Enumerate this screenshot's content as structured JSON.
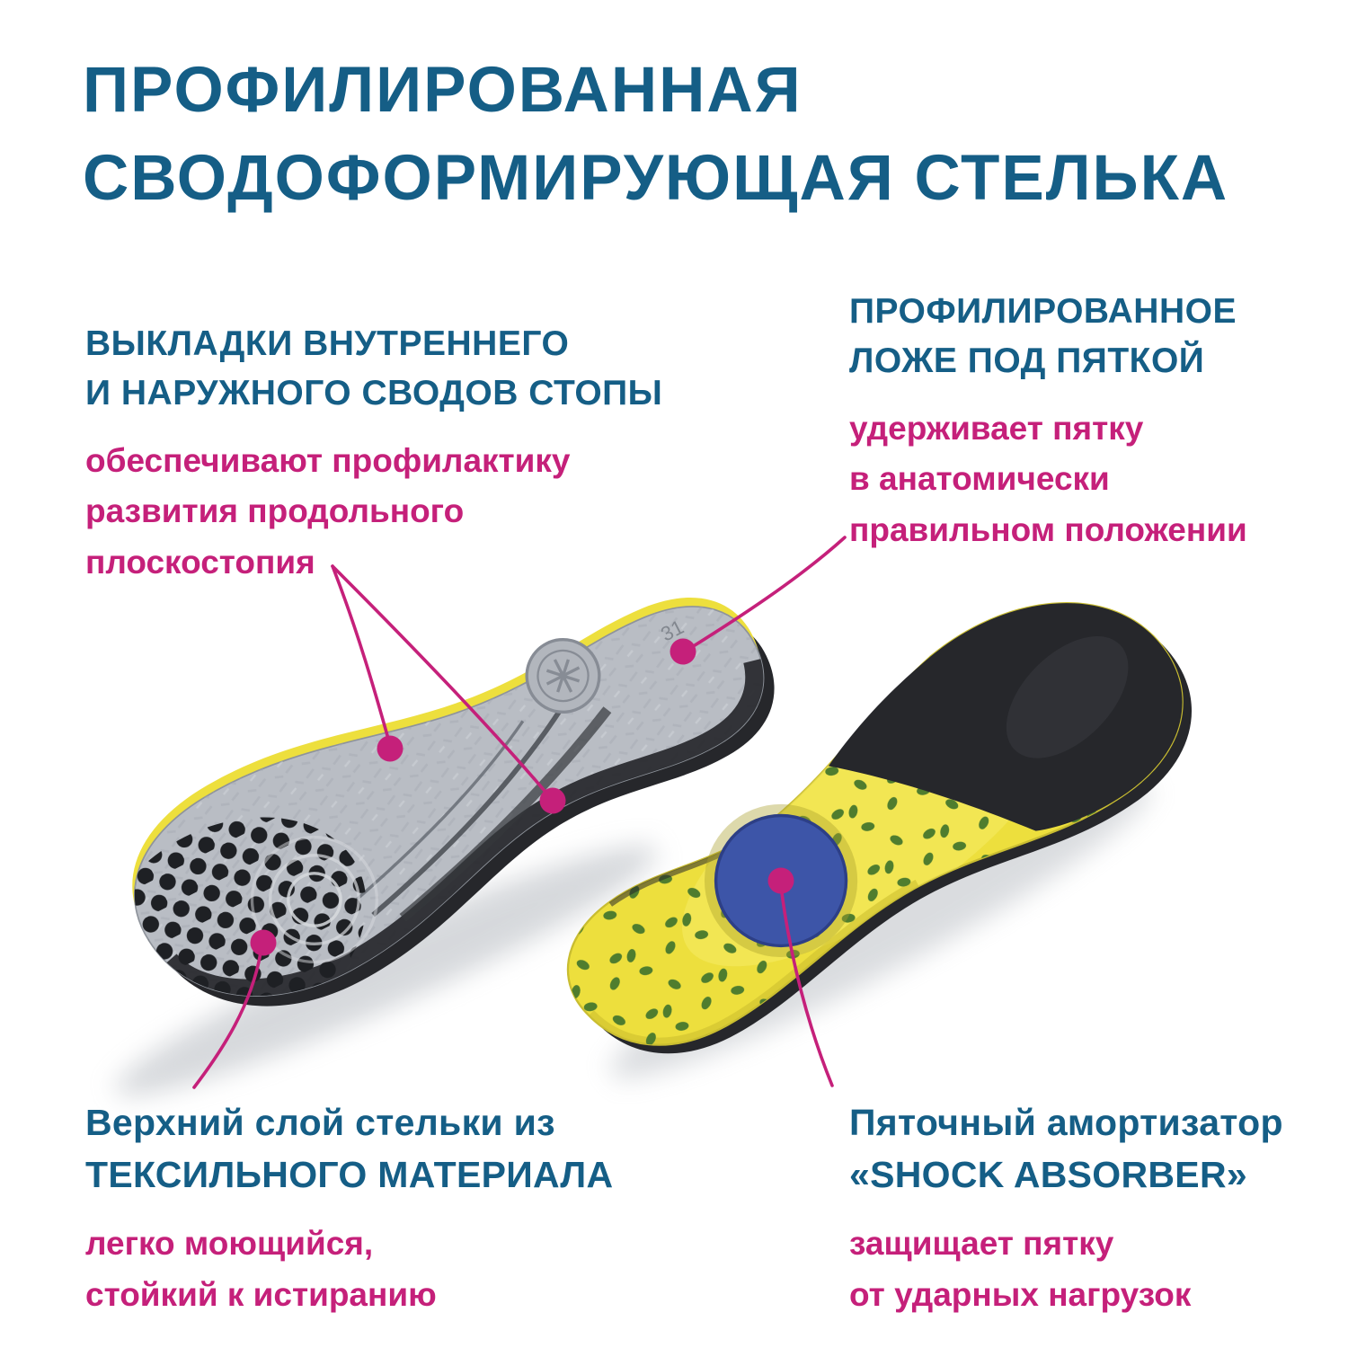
{
  "colors": {
    "heading_blue": "#155E86",
    "accent_magenta": "#C5207A",
    "insole_yellow": "#EDDF3D",
    "insole_grey": "#B9BDC4",
    "insole_black": "#26272B",
    "shock_pad_blue": "#3D55A8",
    "dot_green": "#4F7D2E"
  },
  "title": {
    "line1": "ПРОФИЛИРОВАННАЯ",
    "line2": "СВОДОФОРМИРУЮЩАЯ СТЕЛЬКА"
  },
  "callouts": {
    "arch_supports": {
      "heading": [
        "ВЫКЛАДКИ ВНУТРЕННЕГО",
        "И НАРУЖНОГО СВОДОВ СТОПЫ"
      ],
      "body": [
        "обеспечивают профилактику",
        "развития продольного",
        "плоскостопия"
      ]
    },
    "heel_bed": {
      "heading": [
        "ПРОФИЛИРОВАННОЕ",
        "ЛОЖЕ ПОД ПЯТКОЙ"
      ],
      "body": [
        "удерживает пятку",
        "в анатомически",
        "правильном положении"
      ]
    },
    "textile_layer": {
      "heading": [
        "Верхний слой стельки из",
        "ТЕКСИЛЬНОГО МАТЕРИАЛА"
      ],
      "body": [
        "легко моющийся,",
        "стойкий к истиранию"
      ]
    },
    "shock_absorber": {
      "heading": [
        "Пяточный амортизатор",
        "«SHOCK ABSORBER»"
      ],
      "body": [
        "защищает пятку",
        "от ударных нагрузок"
      ]
    }
  },
  "insole": {
    "size_label": "31"
  }
}
